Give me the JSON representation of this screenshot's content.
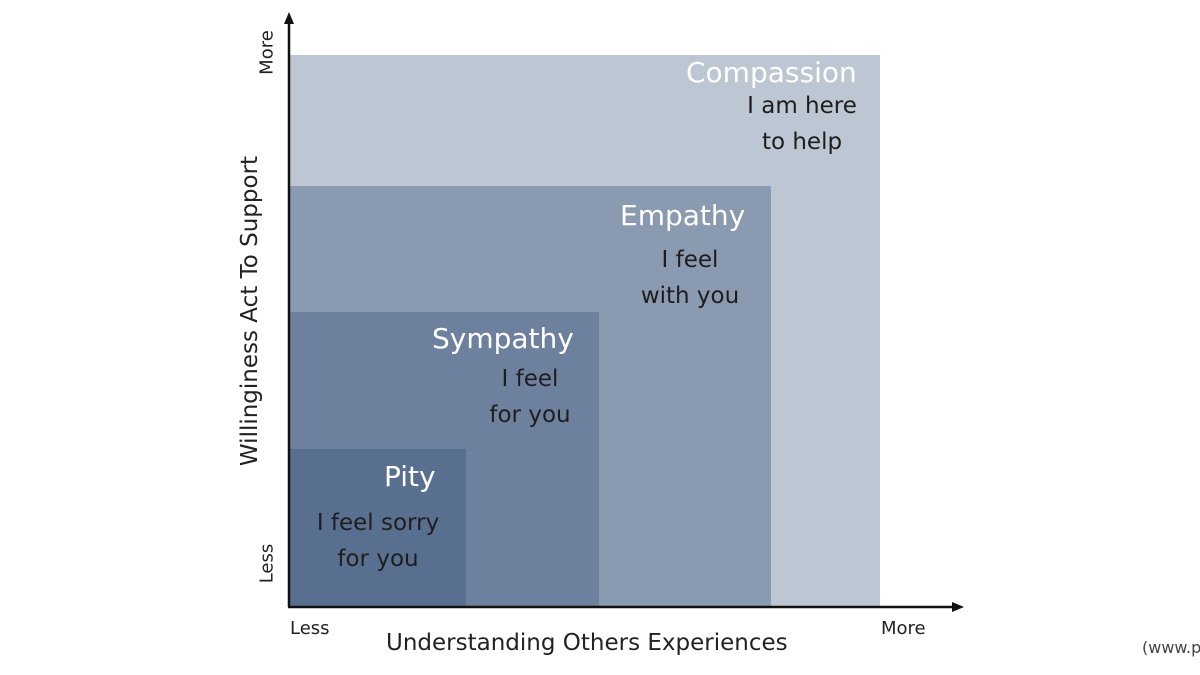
{
  "diagram": {
    "levels": [
      {
        "title": "Compassion",
        "subtitle": "I am here\nto help",
        "color": "#bdc7d3"
      },
      {
        "title": "Empathy",
        "subtitle": "I feel\nwith you",
        "color": "#8a9ab0"
      },
      {
        "title": "Sympathy",
        "subtitle": "I feel\nfor you",
        "color": "#6d819e"
      },
      {
        "title": "Pity",
        "subtitle": "I feel sorry\nfor you",
        "color": "#596f8f"
      }
    ],
    "y_axis": {
      "label": "Willinginess Act To Support",
      "min_label": "Less",
      "max_label": "More"
    },
    "x_axis": {
      "label": "Understanding Others Experiences",
      "min_label": "Less",
      "max_label": "More"
    },
    "source_text": "(www.p"
  }
}
